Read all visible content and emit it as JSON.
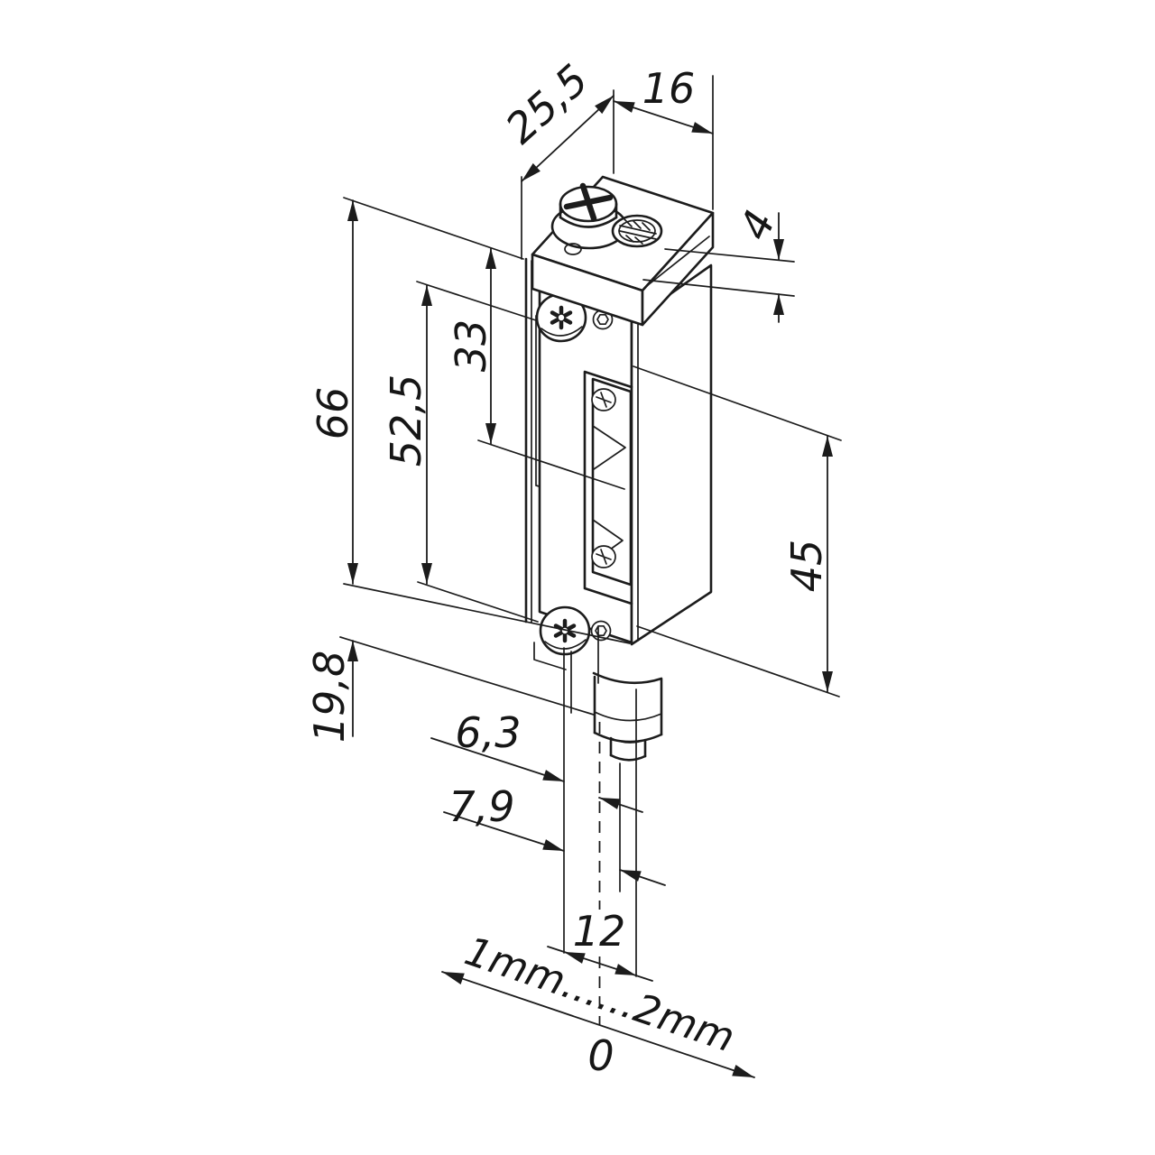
{
  "drawing": {
    "kind": "technical-dimension-drawing",
    "subject": "electric-door-strike",
    "background": "#ffffff",
    "line_color": "#1c1c1c"
  },
  "dims": {
    "d25_5": "25,5",
    "d16": "16",
    "d4": "4",
    "d66": "66",
    "d52_5": "52,5",
    "d33": "33",
    "d45": "45",
    "d19_8": "19,8",
    "d6_3": "6,3",
    "d7_9": "7,9",
    "d12": "12",
    "adjust_range": "1mm......2mm",
    "zero": "0"
  }
}
